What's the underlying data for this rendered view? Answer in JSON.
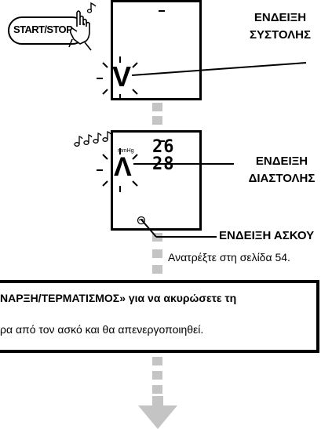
{
  "button": {
    "label": "START/STOP"
  },
  "systolic": {
    "line1": "ΕΝΔΕΙΞΗ",
    "line2": "ΣΥΣΤΟΛΗΣ",
    "arrow_glyph": "V"
  },
  "diastolic": {
    "line1": "ΕΝΔΕΙΞΗ",
    "line2": "ΔΙΑΣΤΟΛΗΣ",
    "arrow_glyph": "Λ",
    "unit": "mmHg",
    "digits_top": "26",
    "digits_bottom": "28"
  },
  "cuff": {
    "label": "ΕΝΔΕΙΞΗ ΑΣΚΟΥ",
    "note": "Ανατρέξτε στη σελίδα 54."
  },
  "cancel": {
    "line1": "ΝΑΡΞΗ/ΤΕΡΜΑΤΙΣΜΟΣ» για να ακυρώσετε τη",
    "line2": "ρα από τον ασκό και θα απενεργοποιηθεί."
  },
  "colors": {
    "guide_gray": "#c4c4c4",
    "ink": "#000000"
  },
  "icons": [
    "hand-press-icon",
    "music-note-icon",
    "flash-burst-icon",
    "cuff-icon",
    "down-arrow-icon"
  ]
}
